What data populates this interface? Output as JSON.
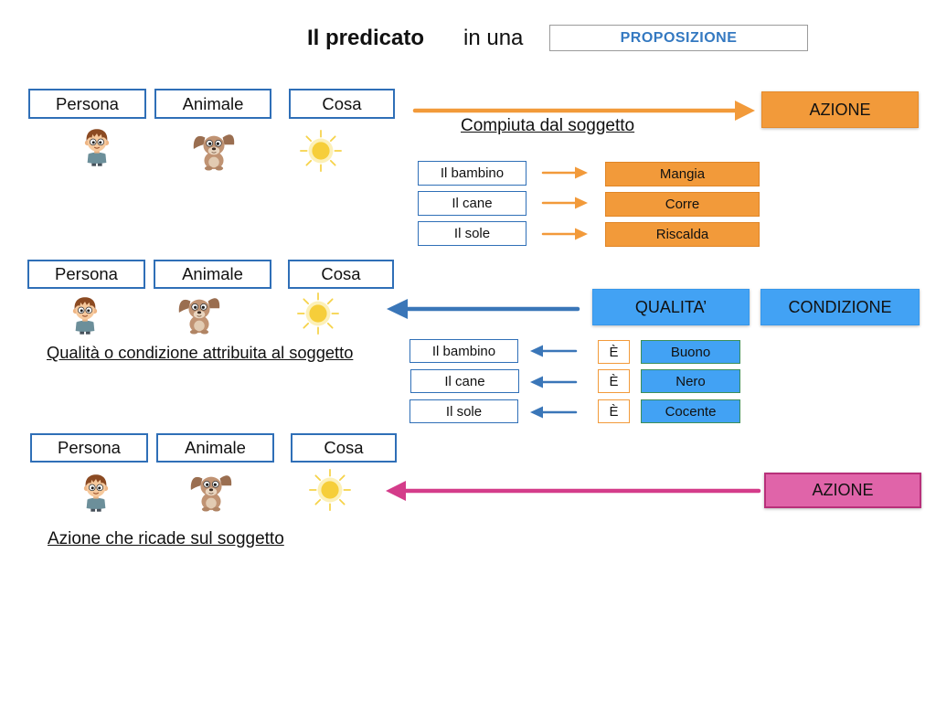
{
  "header": {
    "title": "Il predicato",
    "connector": "in una",
    "keyword": "PROPOSIZIONE"
  },
  "section1": {
    "categories": [
      "Persona",
      "Animale",
      "Cosa"
    ],
    "caption": "Compiuta dal soggetto",
    "target": "AZIONE",
    "examples": [
      {
        "subject": "Il bambino",
        "predicate": "Mangia"
      },
      {
        "subject": "Il cane",
        "predicate": "Corre"
      },
      {
        "subject": "Il sole",
        "predicate": "Riscalda"
      }
    ]
  },
  "section2": {
    "categories": [
      "Persona",
      "Animale",
      "Cosa"
    ],
    "caption": "Qualità o condizione attribuita al soggetto",
    "targets": [
      "QUALITA’",
      "CONDIZIONE"
    ],
    "examples": [
      {
        "subject": "Il bambino",
        "verb": "È",
        "predicate": "Buono"
      },
      {
        "subject": "Il cane",
        "verb": "È",
        "predicate": "Nero"
      },
      {
        "subject": "Il sole",
        "verb": "È",
        "predicate": "Cocente"
      }
    ]
  },
  "section3": {
    "categories": [
      "Persona",
      "Animale",
      "Cosa"
    ],
    "caption": "Azione che ricade sul soggetto",
    "target": "AZIONE"
  },
  "icons": {
    "persona": "boy-icon",
    "animale": "dog-icon",
    "cosa": "sun-icon"
  },
  "colors": {
    "box_border": "#2f6fb7",
    "keyword_text": "#3479c1",
    "accent_orange": "#f29a3a",
    "accent_blue": "#42a2f4",
    "arrow_blue": "#3a76b8",
    "accent_pink": "#e064a9",
    "border_pink": "#b8307a",
    "arrow_pink": "#d43c8a",
    "border_green": "#3d8f58"
  }
}
